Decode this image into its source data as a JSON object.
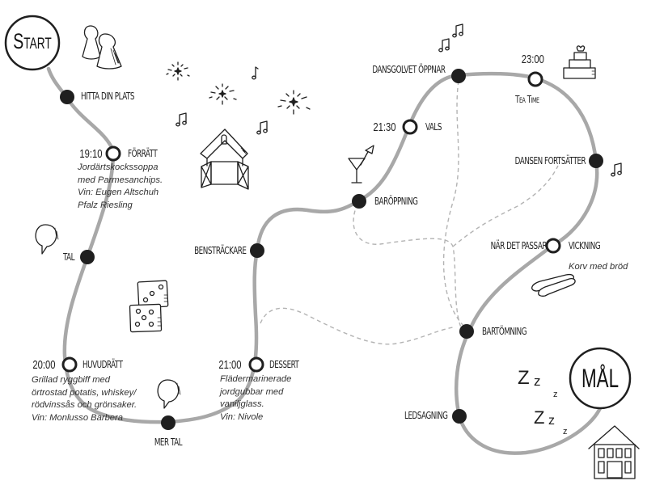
{
  "title": "Bröllopsdagens karta",
  "start": {
    "label": "Start"
  },
  "finish": {
    "label": "Mål"
  },
  "colors": {
    "route": "#a8a8a8",
    "dashed": "#b3b3b3",
    "ink": "#1f1f1f",
    "background": "#ffffff"
  },
  "stops": [
    {
      "id": "hitta-din-plats",
      "label": "Hitta din plats",
      "time": "",
      "type": "filled",
      "description": ""
    },
    {
      "id": "forratt",
      "label": "Förrätt",
      "time": "19:10",
      "type": "open",
      "description": "Jordärtskockssoppa\nmed Parmesanchips.\nVin: Eugen Altschuh\nPfalz Riesling"
    },
    {
      "id": "tal",
      "label": "Tal",
      "time": "",
      "type": "filled",
      "description": ""
    },
    {
      "id": "huvudratt",
      "label": "Huvudrätt",
      "time": "20:00",
      "type": "open",
      "description": "Grillad ryggbiff med\nörtrostad potatis, whiskey/\nrödvinssås och grönsaker.\nVin: Monlusso Barbera"
    },
    {
      "id": "mer-tal",
      "label": "Mer tal",
      "time": "",
      "type": "filled",
      "description": ""
    },
    {
      "id": "dessert",
      "label": "Dessert",
      "time": "21:00",
      "type": "open",
      "description": "Flädermarinerade\njordgubbar med\nvaniljglass.\nVin: Nivole"
    },
    {
      "id": "benstrackare",
      "label": "Bensträckare",
      "time": "",
      "type": "filled",
      "description": ""
    },
    {
      "id": "baroppning",
      "label": "Baröppning",
      "time": "",
      "type": "filled",
      "description": ""
    },
    {
      "id": "vals",
      "label": "Vals",
      "time": "21:30",
      "type": "open",
      "description": ""
    },
    {
      "id": "dansgolvet-oppnar",
      "label": "Dansgolvet öppnar",
      "time": "",
      "type": "filled",
      "description": ""
    },
    {
      "id": "tea-time",
      "label": "Tea Time",
      "time": "23:00",
      "type": "open",
      "description": ""
    },
    {
      "id": "dansen-fortsatter",
      "label": "Dansen fortsätter",
      "time": "",
      "type": "filled",
      "description": ""
    },
    {
      "id": "vickning",
      "label": "Vickning",
      "time": "När det passar",
      "type": "open",
      "description": "Korv med bröd"
    },
    {
      "id": "bartomning",
      "label": "Bartömning",
      "time": "",
      "type": "filled",
      "description": ""
    },
    {
      "id": "ledsagning",
      "label": "Ledsagning",
      "time": "",
      "type": "filled",
      "description": ""
    }
  ],
  "icons": [
    "game-pieces-icon",
    "firework-icon",
    "music-note-icon",
    "barn-icon",
    "speech-bubble-icon",
    "dice-icon",
    "cocktail-icon",
    "cake-icon",
    "hotdog-icon",
    "sleeping-zzz-icon",
    "house-icon"
  ],
  "sleep_text": {
    "line1": [
      "Z",
      "z",
      "z"
    ],
    "line2": [
      "Z",
      "z",
      "z"
    ]
  }
}
